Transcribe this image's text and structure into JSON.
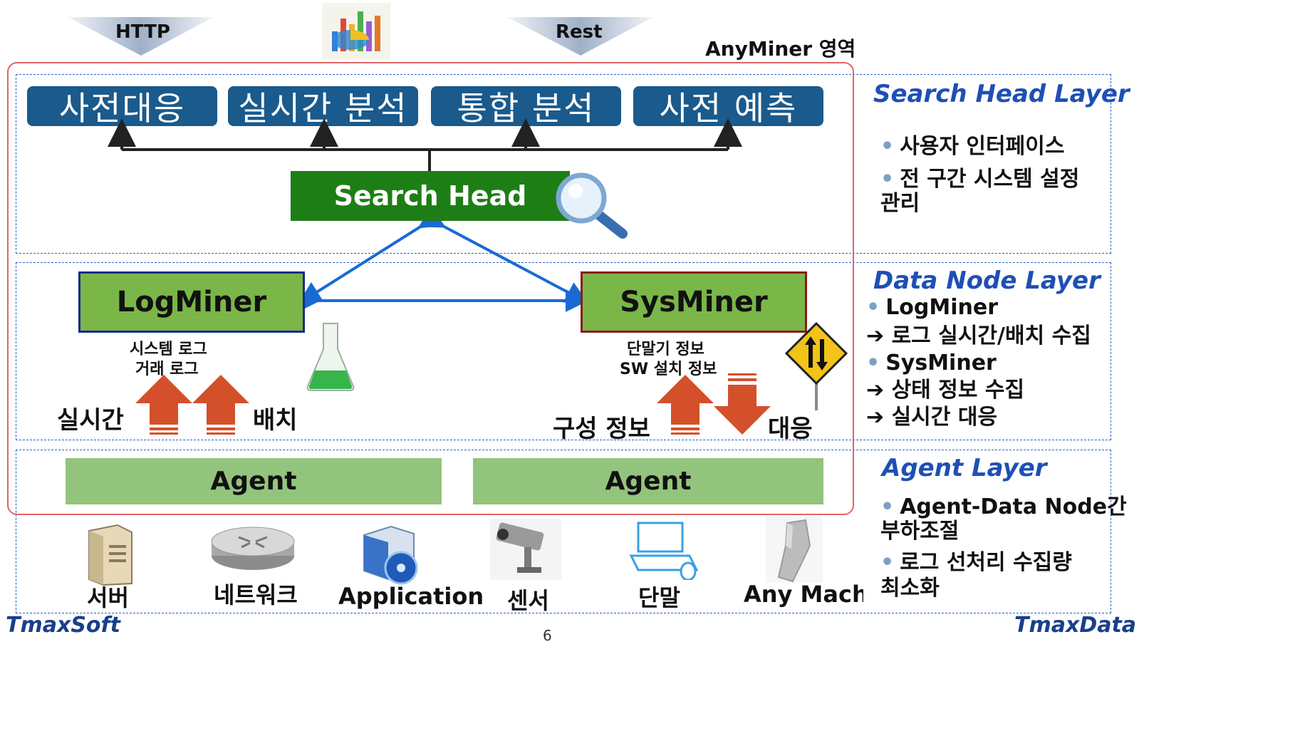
{
  "header": {
    "http_label": "HTTP",
    "rest_label": "Rest",
    "anyminer_label": "AnyMiner 영역"
  },
  "search_head_layer": {
    "boxes": [
      "사전대응",
      "실시간 분석",
      "통합 분석",
      "사전 예측"
    ],
    "search_head_label": "Search Head"
  },
  "data_node_layer": {
    "logminer_label": "LogMiner",
    "sysminer_label": "SysMiner",
    "logminer_sources": [
      "시스템 로그",
      "거래 로그"
    ],
    "sysminer_sources": [
      "단말기 정보",
      "SW 설치 정보"
    ],
    "realtime_label": "실시간",
    "batch_label": "배치",
    "config_label": "구성 정보",
    "response_label": "대응"
  },
  "agent_layer": {
    "agent_left": "Agent",
    "agent_right": "Agent"
  },
  "devices": [
    "서버",
    "네트워크",
    "Application",
    "센서",
    "단말",
    "Any Machine"
  ],
  "sidebar": {
    "search_head": {
      "title": "Search Head Layer",
      "items": [
        "사용자 인터페이스",
        "전 구간 시스템 설정",
        "관리"
      ]
    },
    "data_node": {
      "title": "Data Node Layer",
      "items": [
        "LogMiner",
        "➔ 로그 실시간/배치 수집",
        "SysMiner",
        "➔ 상태 정보 수집",
        "➔ 실시간 대응"
      ]
    },
    "agent": {
      "title": "Agent Layer",
      "items": [
        "Agent-Data Node간",
        "부하조절",
        "로그 선처리 수집량",
        "최소화"
      ]
    }
  },
  "footer": {
    "left_logo": "TmaxSoft",
    "right_logo": "TmaxData",
    "page_number": "6"
  },
  "colors": {
    "layer_border": "#2a62c9",
    "anyminer_border": "#e06666",
    "top_box": "#1a5a8c",
    "search_head": "#1e7e16",
    "agent": "#93c47d",
    "miner": "#7ab648",
    "up_arrow": "#d4502a",
    "layer_title": "#1f4fb5"
  }
}
